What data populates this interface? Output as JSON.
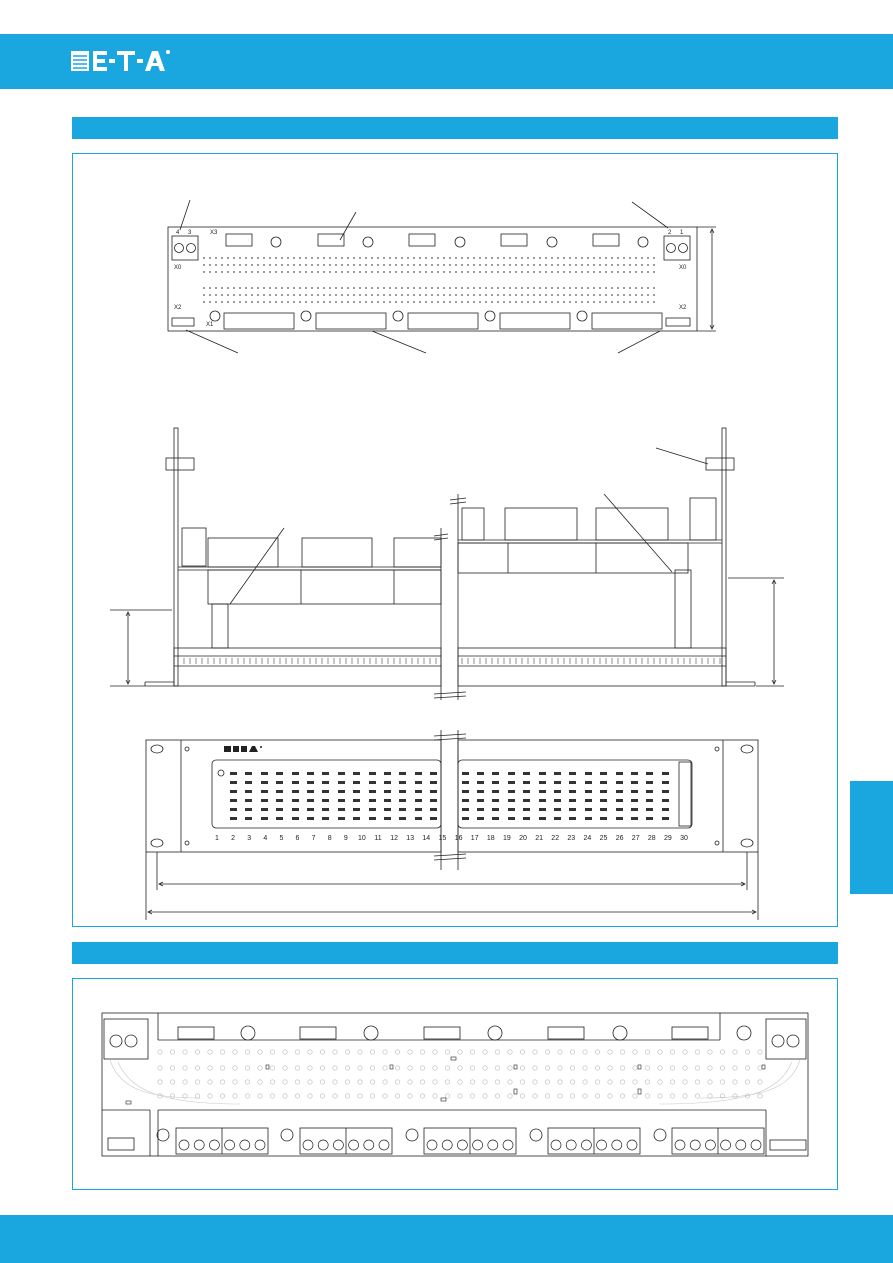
{
  "header": {
    "logo_text": "E-T-A",
    "registered_mark": "®"
  },
  "front_view": {
    "labels": {
      "x3": "X3",
      "x0_left": "X0",
      "x0_right": "X0",
      "x2_left": "X2",
      "x2_right": "X2",
      "x1": "X1",
      "t4": "4",
      "t3": "3",
      "t2": "2",
      "t1": "1"
    }
  },
  "front_panel": {
    "logo_text": "E-T-A",
    "channel_numbers": [
      "1",
      "2",
      "3",
      "4",
      "5",
      "6",
      "7",
      "8",
      "9",
      "10",
      "11",
      "12",
      "13",
      "14",
      "15",
      "16",
      "17",
      "18",
      "19",
      "20",
      "21",
      "22",
      "23",
      "24",
      "25",
      "26",
      "27",
      "28",
      "29",
      "30"
    ]
  },
  "colors": {
    "accent": "#1aa7df",
    "line": "#222222"
  }
}
